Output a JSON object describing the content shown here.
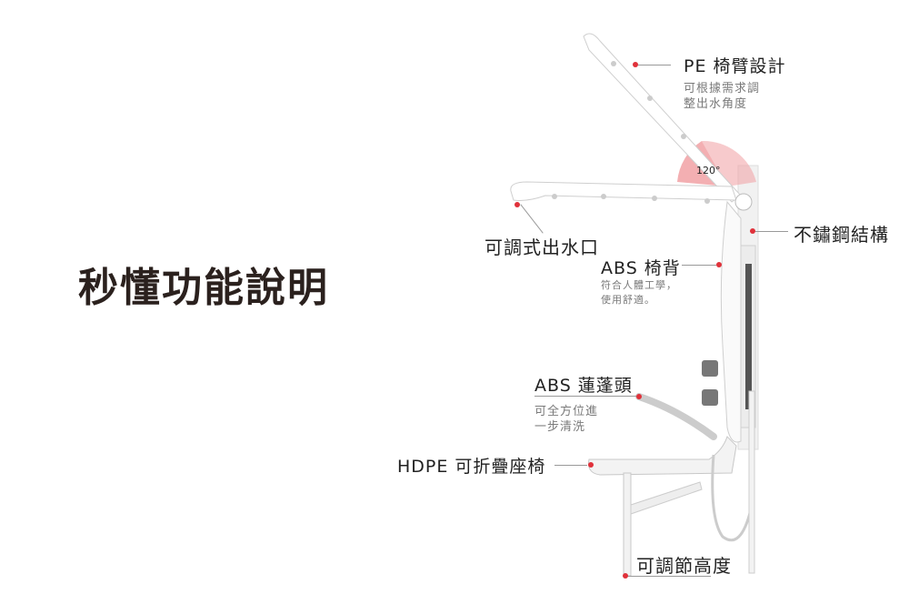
{
  "title": "秒懂功能說明",
  "angle_label": "120°",
  "callouts": {
    "pe_arm": {
      "label": "PE 椅臂設計",
      "desc": [
        "可根據需求調",
        "整出水角度"
      ]
    },
    "steel": {
      "label": "不鏽鋼結構"
    },
    "outlet": {
      "label": "可調式出水口"
    },
    "abs_back": {
      "label": "ABS 椅背",
      "desc": [
        "符合人體工學，",
        "使用舒適。"
      ]
    },
    "shower_head": {
      "label": "ABS 蓮蓬頭",
      "desc": [
        "可全方位進",
        "一步清洗"
      ]
    },
    "seat": {
      "label": "HDPE 可折疊座椅"
    },
    "height": {
      "label": "可調節高度"
    }
  },
  "colors": {
    "accent": "#e0313a",
    "wedge": "#f2a6aa",
    "title": "#2b211e"
  }
}
